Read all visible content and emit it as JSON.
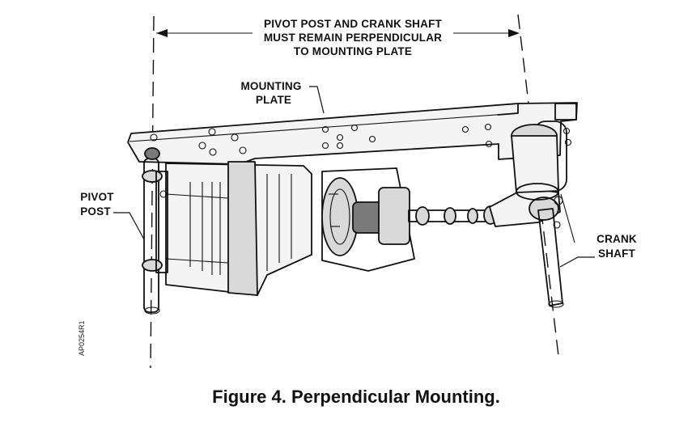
{
  "labels": {
    "top_line1": "PIVOT POST AND CRANK SHAFT",
    "top_line2": "MUST REMAIN PERPENDICULAR",
    "top_line3": "TO MOUNTING PLATE",
    "mounting_line1": "MOUNTING",
    "mounting_line2": "PLATE",
    "pivot_line1": "PIVOT",
    "pivot_line2": "POST",
    "crank_line1": "CRANK",
    "crank_line2": "SHAFT",
    "drawing_code": "AP0254R1"
  },
  "caption": "Figure 4.  Perpendicular Mounting."
}
